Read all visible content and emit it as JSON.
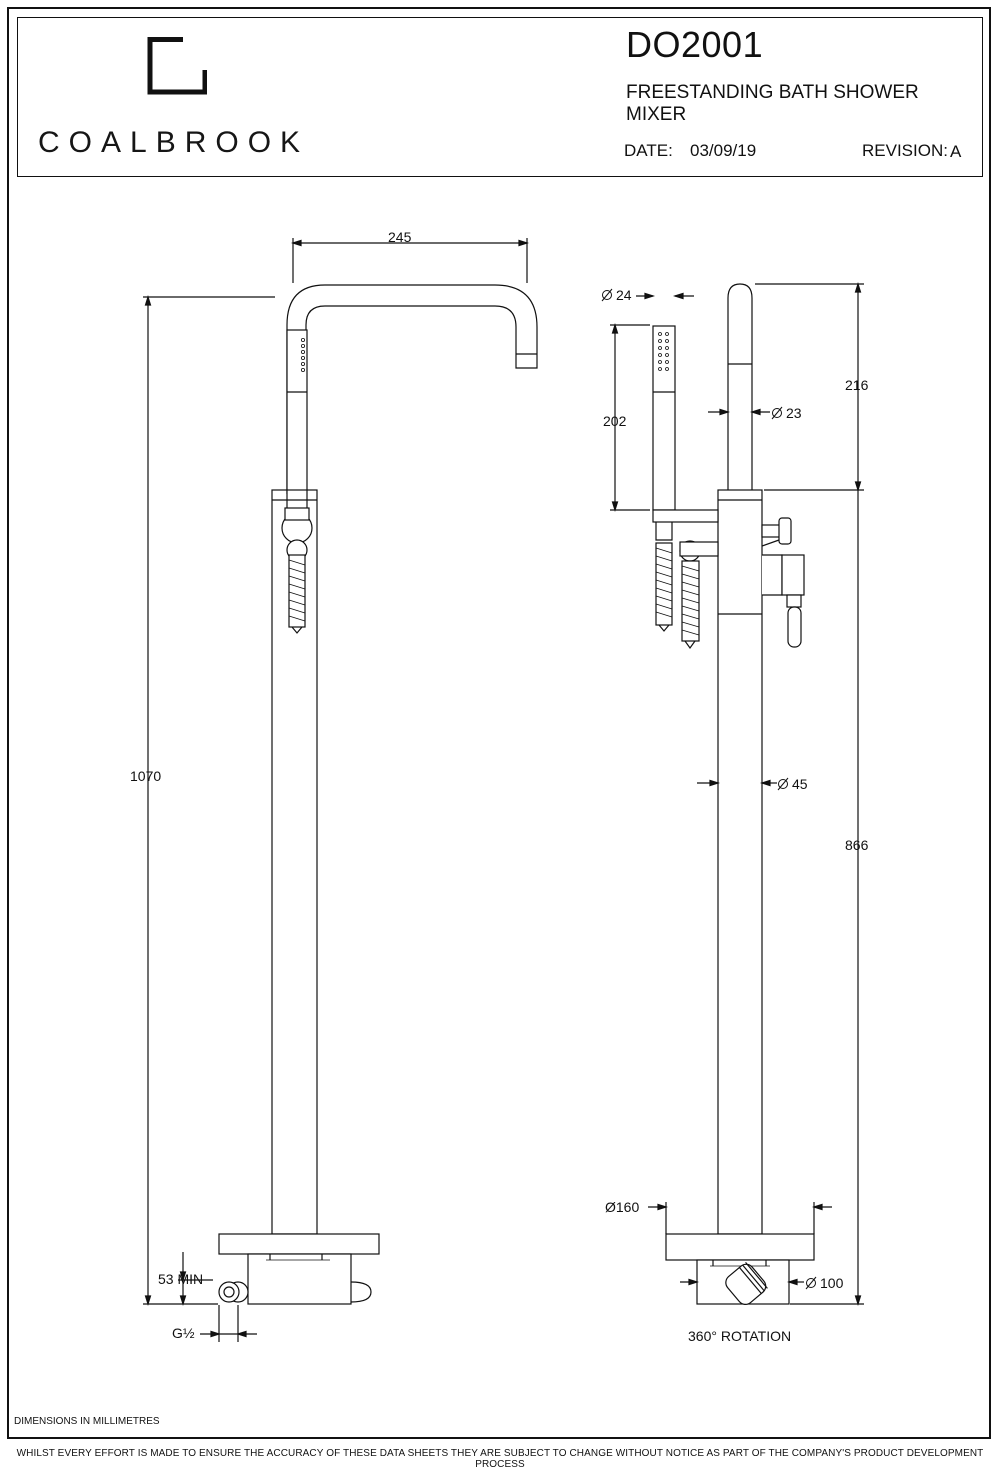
{
  "header": {
    "brand": "COALBROOK",
    "product_code": "DO2001",
    "product_name": "FREESTANDING BATH SHOWER MIXER",
    "date_label": "DATE:",
    "date_value": "03/09/19",
    "revision_label": "REVISION:",
    "revision_value": "A"
  },
  "front_view": {
    "spout_reach": "245",
    "overall_height": "1070",
    "min_clearance": "53 MIN",
    "connection": "G½"
  },
  "side_view": {
    "handset_dia": "24",
    "handset_length": "202",
    "handset_holder_height": "216",
    "holder_dia": "23",
    "body_dia": "45",
    "body_height": "866",
    "base_dia": "Ø160",
    "foot_dia": "100",
    "rotation": "360° ROTATION"
  },
  "footer": {
    "units_note": "DIMENSIONS IN  MILLIMETRES",
    "disclaimer": "WHILST EVERY EFFORT IS MADE TO ENSURE THE ACCURACY OF THESE DATA SHEETS THEY ARE SUBJECT TO CHANGE WITHOUT NOTICE AS PART OF THE COMPANY'S PRODUCT DEVELOPMENT PROCESS"
  },
  "colors": {
    "line": "#111111",
    "background": "#ffffff"
  }
}
